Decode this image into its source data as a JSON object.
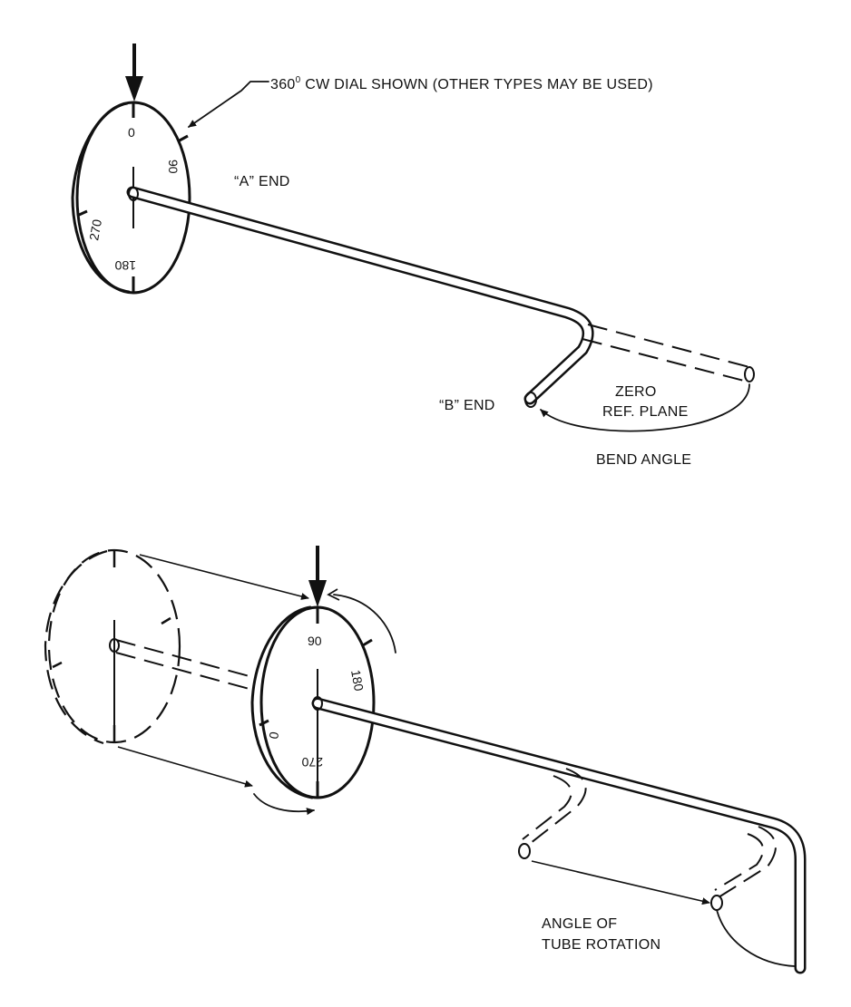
{
  "top_figure": {
    "dial_callout": "360",
    "dial_callout_sup": "0",
    "dial_callout_rest": " CW DIAL SHOWN (OTHER TYPES MAY BE USED)",
    "a_end": "“A” END",
    "b_end": "“B” END",
    "zero_line1": "ZERO",
    "zero_line2": "REF. PLANE",
    "bend_angle": "BEND ANGLE",
    "dial_marks": {
      "top": "0",
      "right": "90",
      "bottom": "180",
      "left": "270"
    }
  },
  "bottom_figure": {
    "rotation_line1": "ANGLE OF",
    "rotation_line2": "TUBE ROTATION",
    "dial_marks": {
      "top": "90",
      "right": "180",
      "bottom": "270",
      "left": "0"
    }
  }
}
